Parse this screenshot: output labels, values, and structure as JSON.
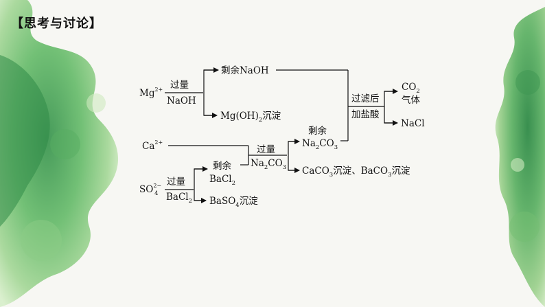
{
  "title": "【思考与讨论】",
  "diagram": {
    "mg": "Mg",
    "mg_charge": "2+",
    "ca": "Ca",
    "ca_charge": "2+",
    "so4": "SO",
    "so4_sub": "4",
    "so4_charge": "2−",
    "step1_top": "过量",
    "step1_bottom": "NaOH",
    "excess_naoh": "剩余NaOH",
    "mgoh2_pre": "Mg(OH)",
    "mgoh2_sub": "2",
    "mgoh2_post": "沉淀",
    "step2_top": "过量",
    "step2_bottom_pre": "BaCl",
    "step2_bottom_sub": "2",
    "excess_bacl2_top": "剩余",
    "excess_bacl2_pre": "BaCl",
    "excess_bacl2_sub": "2",
    "baso4_pre": "BaSO",
    "baso4_sub": "4",
    "baso4_post": "沉淀",
    "step3_top": "过量",
    "step3_bottom_pre": "Na",
    "step3_bottom_sub1": "2",
    "step3_bottom_mid": "CO",
    "step3_bottom_sub2": "3",
    "excess_na2co3_top": "剩余",
    "excess_na2co3_pre": "Na",
    "excess_na2co3_sub1": "2",
    "excess_na2co3_mid": "CO",
    "excess_na2co3_sub2": "3",
    "precip_caco3_pre": "CaCO",
    "precip_caco3_sub": "3",
    "precip_mid": "沉淀、BaCO",
    "precip_baco3_sub": "3",
    "precip_post": "沉淀",
    "step4_top": "过滤后",
    "step4_bottom": "加盐酸",
    "co2_pre": "CO",
    "co2_sub": "2",
    "co2_gas": "气体",
    "nacl": "NaCl"
  },
  "colors": {
    "blob_dark": "#3f9a57",
    "blob_mid": "#6fbf73",
    "blob_light": "#b9dfa6"
  }
}
